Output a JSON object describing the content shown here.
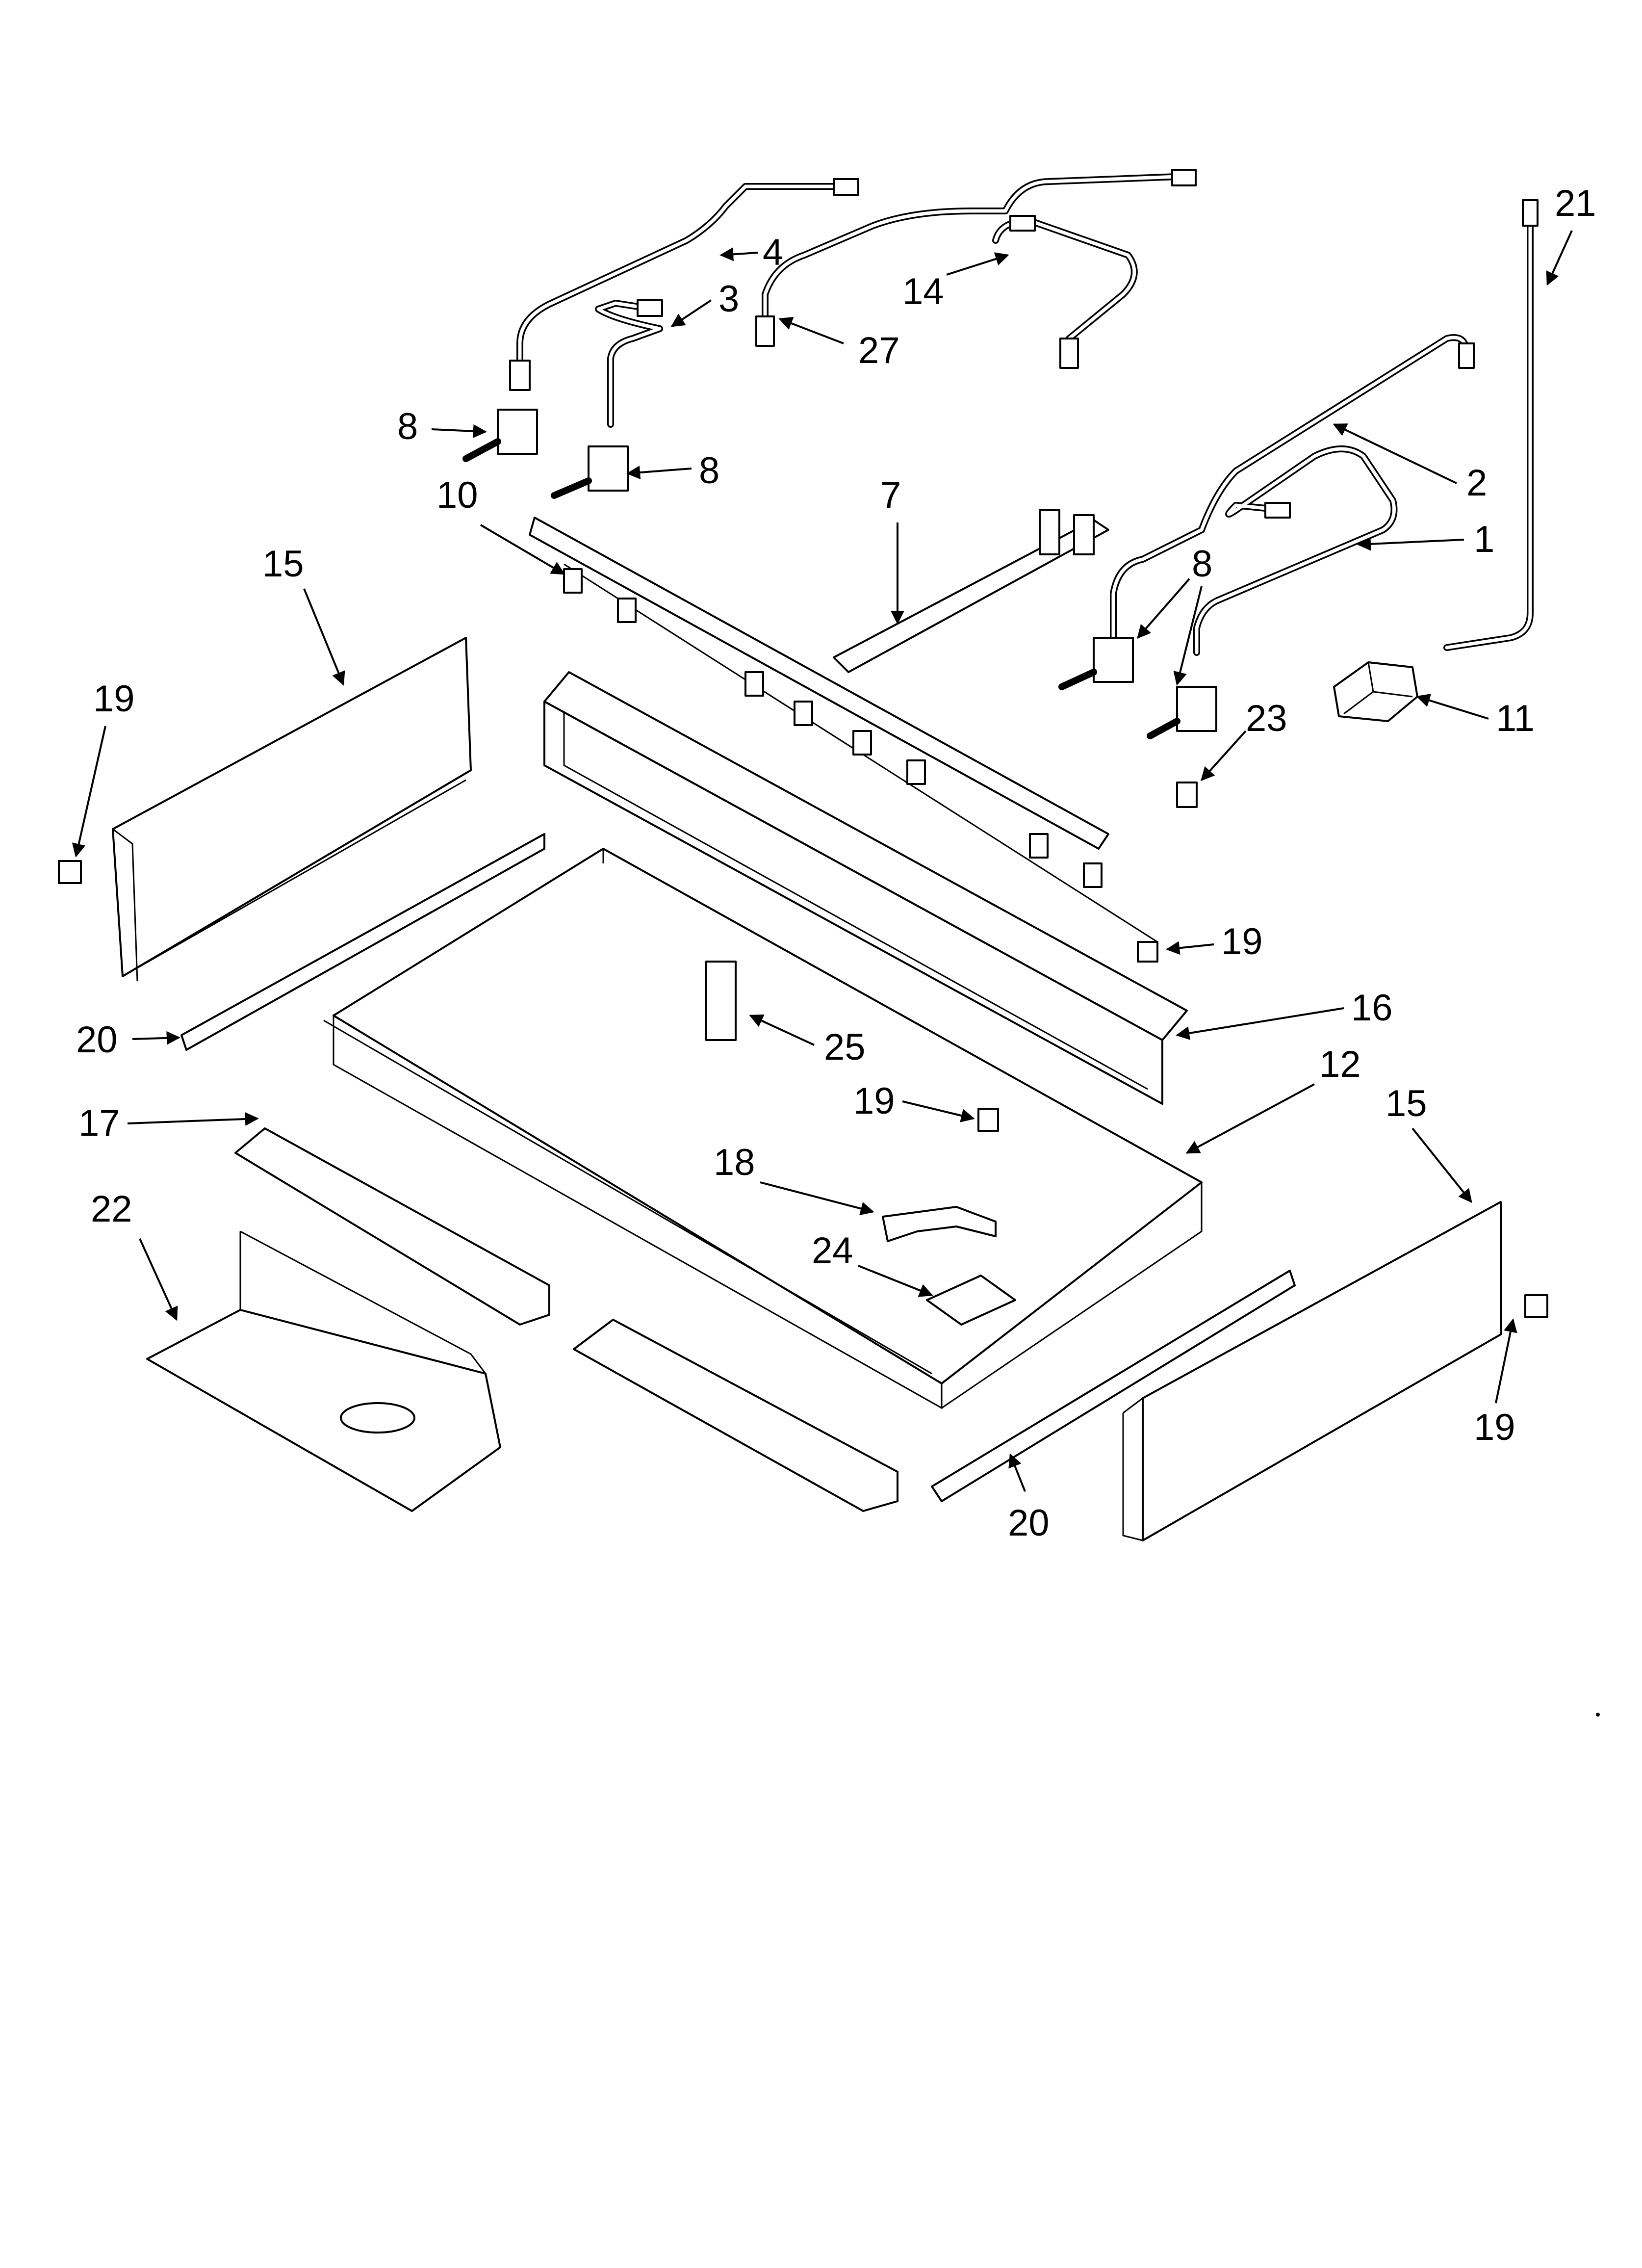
{
  "callouts": [
    {
      "id": "c4",
      "text": "4"
    },
    {
      "id": "c3",
      "text": "3"
    },
    {
      "id": "c27",
      "text": "27"
    },
    {
      "id": "c14",
      "text": "14"
    },
    {
      "id": "c21",
      "text": "21"
    },
    {
      "id": "c8a",
      "text": "8"
    },
    {
      "id": "c8b",
      "text": "8"
    },
    {
      "id": "c8c",
      "text": "8"
    },
    {
      "id": "c2",
      "text": "2"
    },
    {
      "id": "c10",
      "text": "10"
    },
    {
      "id": "c7",
      "text": "7"
    },
    {
      "id": "c1",
      "text": "1"
    },
    {
      "id": "c15a",
      "text": "15"
    },
    {
      "id": "c19a",
      "text": "19"
    },
    {
      "id": "c11",
      "text": "11"
    },
    {
      "id": "c23",
      "text": "23"
    },
    {
      "id": "c19b",
      "text": "19"
    },
    {
      "id": "c16",
      "text": "16"
    },
    {
      "id": "c20a",
      "text": "20"
    },
    {
      "id": "c25",
      "text": "25"
    },
    {
      "id": "c12",
      "text": "12"
    },
    {
      "id": "c15b",
      "text": "15"
    },
    {
      "id": "c17",
      "text": "17"
    },
    {
      "id": "c19c",
      "text": "19"
    },
    {
      "id": "c18",
      "text": "18"
    },
    {
      "id": "c22",
      "text": "22"
    },
    {
      "id": "c24",
      "text": "24"
    },
    {
      "id": "c19d",
      "text": "19"
    },
    {
      "id": "c20b",
      "text": "20"
    }
  ]
}
